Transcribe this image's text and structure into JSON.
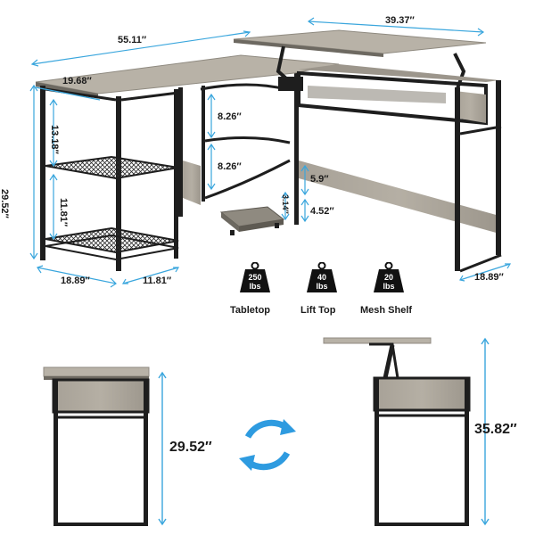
{
  "colors": {
    "frame": "#1e1e1e",
    "wood": "#a9a49a",
    "wood_dark": "#8f8a80",
    "wood_top": "#b8b2a7",
    "dimension_line": "#3aa6dd",
    "rotate_icon": "#2e9be0"
  },
  "dimensions": {
    "overall_width": "55.11″",
    "return_top_width": "39.37″",
    "side_width": "19.68″",
    "shelf_upper": "13.18″",
    "shelf_lower": "11.81″",
    "total_height": "29.52″",
    "gap_upper": "8.26″",
    "gap_lower": "8.26″",
    "panel_height": "5.9″",
    "riser_gap": "3.14″",
    "riser_height": "4.52″",
    "base_depth_left": "18.89″",
    "base_depth_mid": "11.81″",
    "base_depth_right": "18.89″",
    "closed_height": "29.52″",
    "lifted_height": "35.82″"
  },
  "weights": [
    {
      "value": "250",
      "unit": "lbs",
      "label": "Tabletop"
    },
    {
      "value": "40",
      "unit": "lbs",
      "label": "Lift Top"
    },
    {
      "value": "20",
      "unit": "lbs",
      "label": "Mesh Shelf"
    }
  ],
  "icons": {
    "weight": "weight-icon",
    "rotate": "rotate-arrows-icon"
  }
}
